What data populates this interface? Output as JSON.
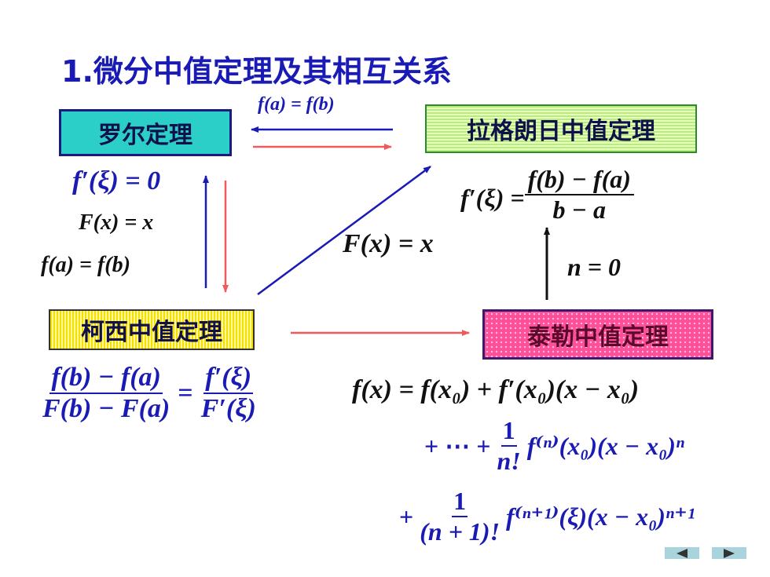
{
  "title": "1.微分中值定理及其相互关系",
  "boxes": {
    "rolle": "罗尔定理",
    "lagrange": "拉格朗日中值定理",
    "cauchy": "柯西中值定理",
    "taylor": "泰勒中值定理"
  },
  "formulas": {
    "top_condition": "f(a) = f(b)",
    "rolle_deriv": "f′(ξ) = 0",
    "rolle_Fx": "F(x) = x",
    "rolle_fa_fb": "f(a) = f(b)",
    "diag_Fx": "F(x) = x",
    "lagrange_lhs": "f′(ξ) =",
    "lagrange_num": "f(b) − f(a)",
    "lagrange_den": "b − a",
    "n_zero": "n = 0",
    "cauchy_lnum": "f(b) − f(a)",
    "cauchy_lden": "F(b) − F(a)",
    "cauchy_eq": "=",
    "cauchy_rnum": "f′(ξ)",
    "cauchy_rden": "F′(ξ)",
    "taylor_line1": "f(x) = f(x₀) + f′(x₀)(x − x₀)",
    "taylor_line2_pre": "+ ⋯ +",
    "taylor_line2_num": "1",
    "taylor_line2_den": "n!",
    "taylor_line2_post": "f⁽ⁿ⁾(x₀)(x − x₀)ⁿ",
    "taylor_line3_pre": "+",
    "taylor_line3_num": "1",
    "taylor_line3_den": "(n + 1)!",
    "taylor_line3_post": "f⁽ⁿ⁺¹⁾(ξ)(x − x₀)ⁿ⁺¹"
  },
  "colors": {
    "blue": "#1a1ab4",
    "red_arrow": "#f05a5a",
    "blue_arrow": "#1a1ab4",
    "black_arrow": "#111111"
  },
  "nav": {
    "prev_icon": "triangle-left-icon",
    "next_icon": "triangle-right-icon"
  }
}
